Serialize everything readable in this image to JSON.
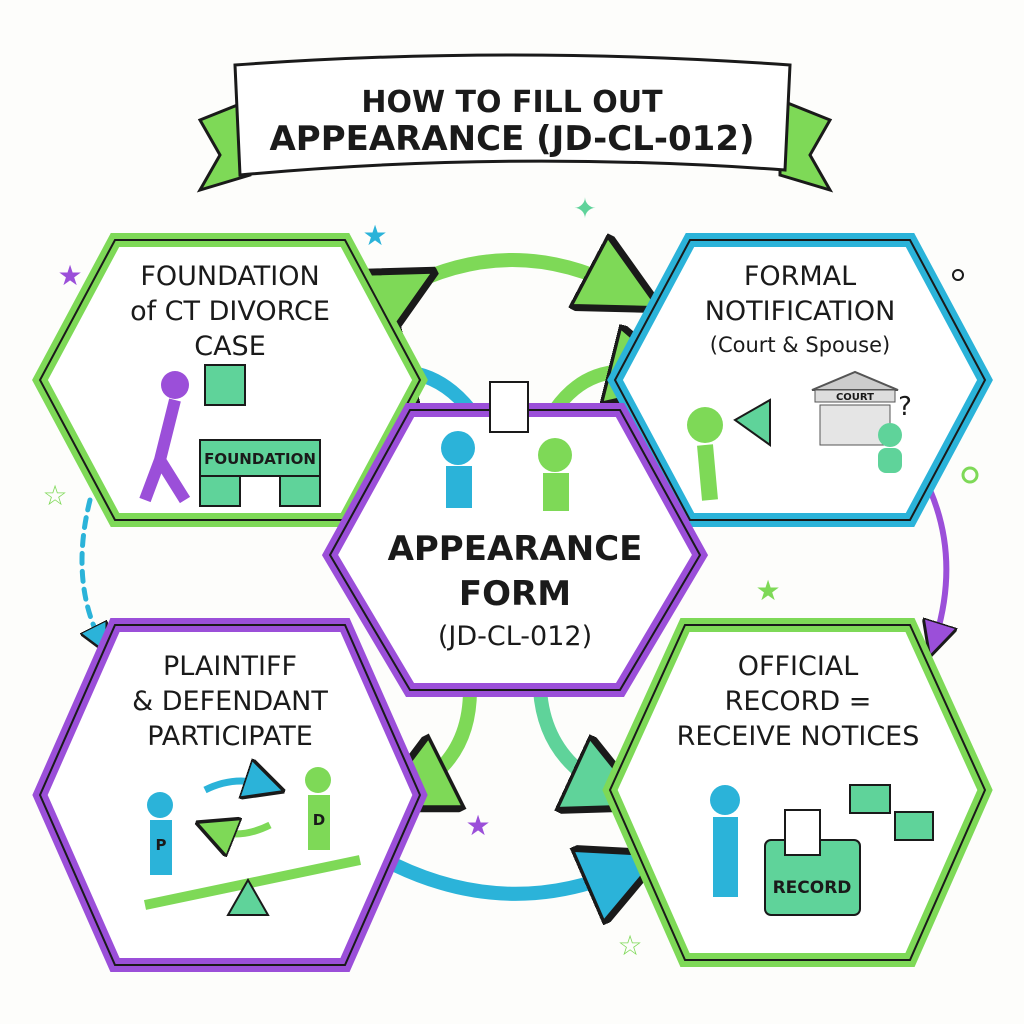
{
  "title": {
    "line1": "HOW TO FILL OUT",
    "line2": "APPEARANCE (JD-CL-012)"
  },
  "center": {
    "line1": "APPEARANCE",
    "line2": "FORM",
    "line3": "(JD-CL-012)"
  },
  "nodes": [
    {
      "lines": [
        "FOUNDATION",
        "of CT DIVORCE",
        "CASE"
      ],
      "illustration_label": "FOUNDATION",
      "border_color": "#7ed957"
    },
    {
      "lines": [
        "FORMAL",
        "NOTIFICATION",
        "(Court & Spouse)"
      ],
      "illustration_label": "COURT",
      "border_color": "#2bb3d9"
    },
    {
      "lines": [
        "PLAINTIFF",
        "& DEFENDANT",
        "PARTICIPATE"
      ],
      "illustration_labels": [
        "P",
        "D"
      ],
      "border_color": "#9b4fd9"
    },
    {
      "lines": [
        "OFFICIAL",
        "RECORD =",
        "RECEIVE NOTICES"
      ],
      "illustration_label": "RECORD",
      "border_color": "#7ed957"
    }
  ],
  "colors": {
    "green": "#7ed957",
    "blue": "#2bb3d9",
    "purple": "#9b4fd9",
    "mint": "#5fd39a",
    "ink": "#1a1a1a"
  }
}
